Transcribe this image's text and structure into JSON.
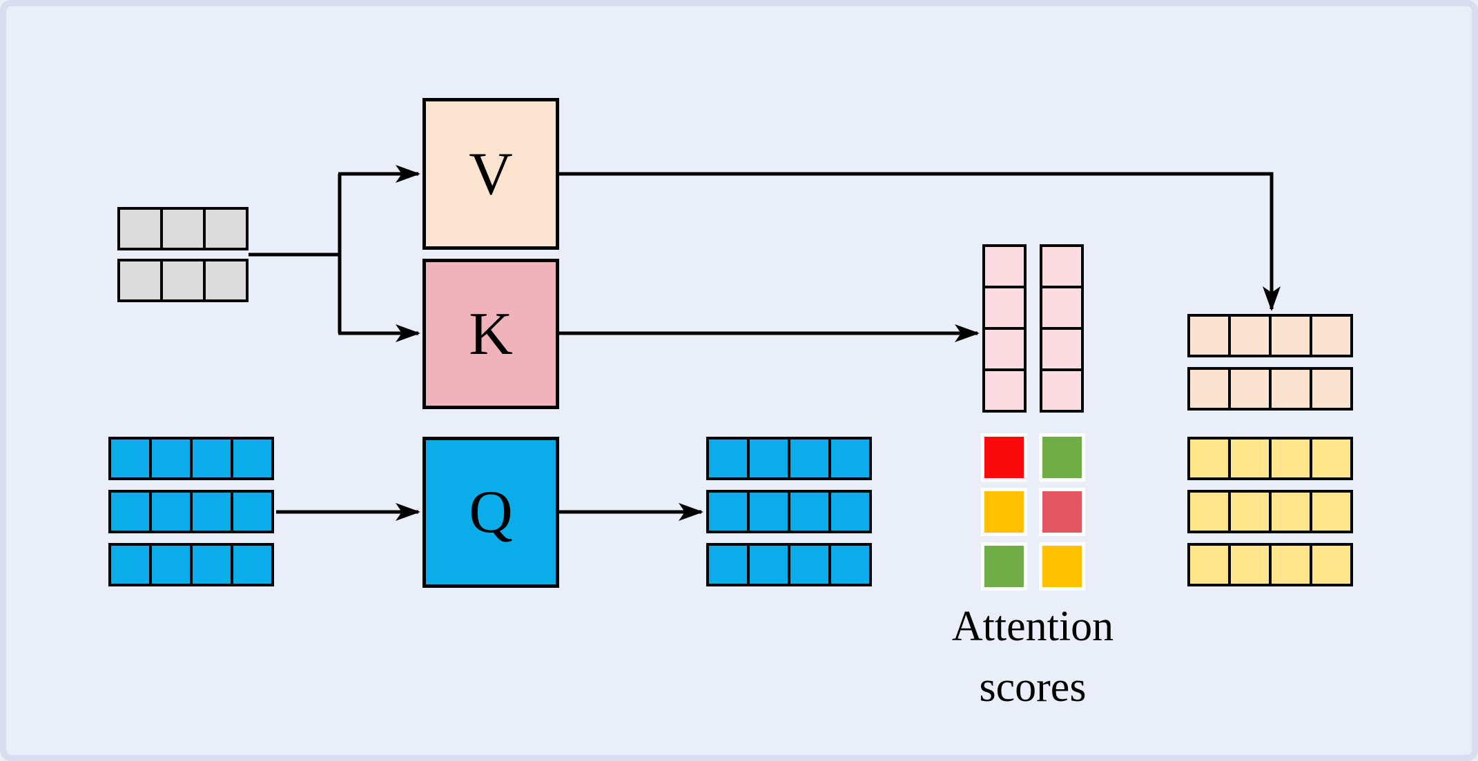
{
  "diagram": {
    "boxes": {
      "value_label": "V",
      "key_label": "K",
      "query_label": "Q"
    },
    "attention_scores": {
      "label": "Attention scores",
      "rows": 3,
      "cols": 2,
      "cells": [
        {
          "name": "red",
          "color": "#F90B0B"
        },
        {
          "name": "green",
          "color": "#71AD47"
        },
        {
          "name": "amber",
          "color": "#FFC000"
        },
        {
          "name": "rose",
          "color": "#E25563"
        },
        {
          "name": "green",
          "color": "#71AD47"
        },
        {
          "name": "amber",
          "color": "#FFC000"
        }
      ]
    },
    "grids": {
      "input_embeddings": {
        "rows": 2,
        "cols": 3,
        "color": "#DCDCDC"
      },
      "query_input": {
        "rows": 3,
        "cols": 4,
        "color": "#0AACE9"
      },
      "query_output": {
        "rows": 3,
        "cols": 4,
        "color": "#0AACE9"
      },
      "key_score_columns": {
        "rows": 4,
        "cols": 2,
        "color": "#FBDCE1"
      },
      "output_top": {
        "rows": 2,
        "cols": 4,
        "color": "#FBE3D0"
      },
      "output_bottom": {
        "rows": 3,
        "cols": 4,
        "color": "#FFE58C"
      }
    },
    "colors": {
      "canvas_bg": "#EAEEF9",
      "canvas_border": "#D8DDEF",
      "value_peach": "#FBE5D0",
      "key_pink": "#F0B2BB",
      "query_blue": "#0AACE9",
      "line_black": "#000000"
    }
  }
}
